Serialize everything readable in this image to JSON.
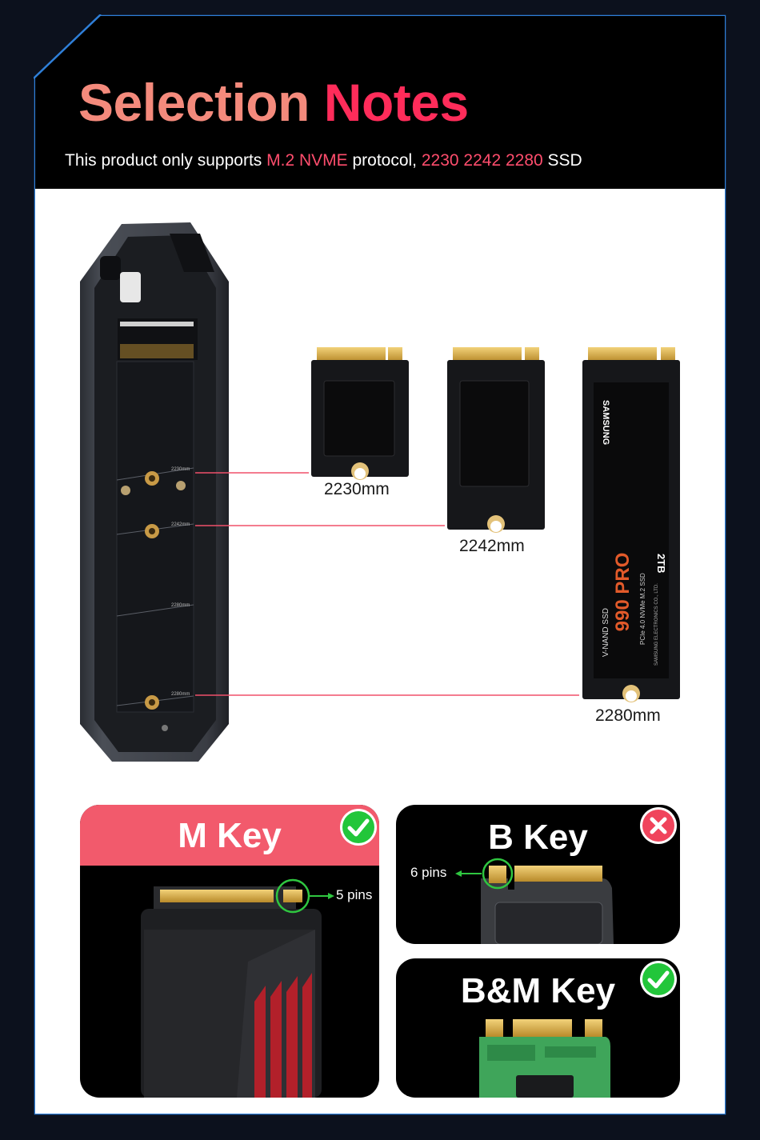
{
  "header": {
    "title_word1": "Selection",
    "title_word2": "Notes",
    "subtitle": {
      "part1": "This product only supports ",
      "protocol": "M.2 NVME",
      "part2": " protocol, ",
      "sizes": "2230 2242 2280",
      "part3": " SSD"
    }
  },
  "ssd_sizes": [
    {
      "label": "2230mm"
    },
    {
      "label": "2242mm"
    },
    {
      "label": "2280mm",
      "brand": "SAMSUNG",
      "model": "990 PRO",
      "capacity": "2TB",
      "line1": "V-NAND SSD",
      "line2": "PCIe 4.0 NVMe M.2 SSD",
      "line3": "SAMSUNG ELECTRONICS CO., LTD."
    }
  ],
  "enclosure_marks": [
    "2230mm",
    "2242mm",
    "2280mm",
    "2280mm"
  ],
  "keys": {
    "m_key": {
      "title": "M Key",
      "pins": "5 pins",
      "status": "supported"
    },
    "b_key": {
      "title": "B Key",
      "pins": "6 pins",
      "status": "not-supported"
    },
    "bm_key": {
      "title": "B&M Key",
      "status": "supported"
    }
  },
  "colors": {
    "accent_red": "#ff2c5a",
    "accent_salmon": "#f48a7c",
    "m_key_header": "#f25a6c",
    "check_green": "#22c63a",
    "cross_red": "#f0445c",
    "pin_gold": "#d8b24a"
  }
}
